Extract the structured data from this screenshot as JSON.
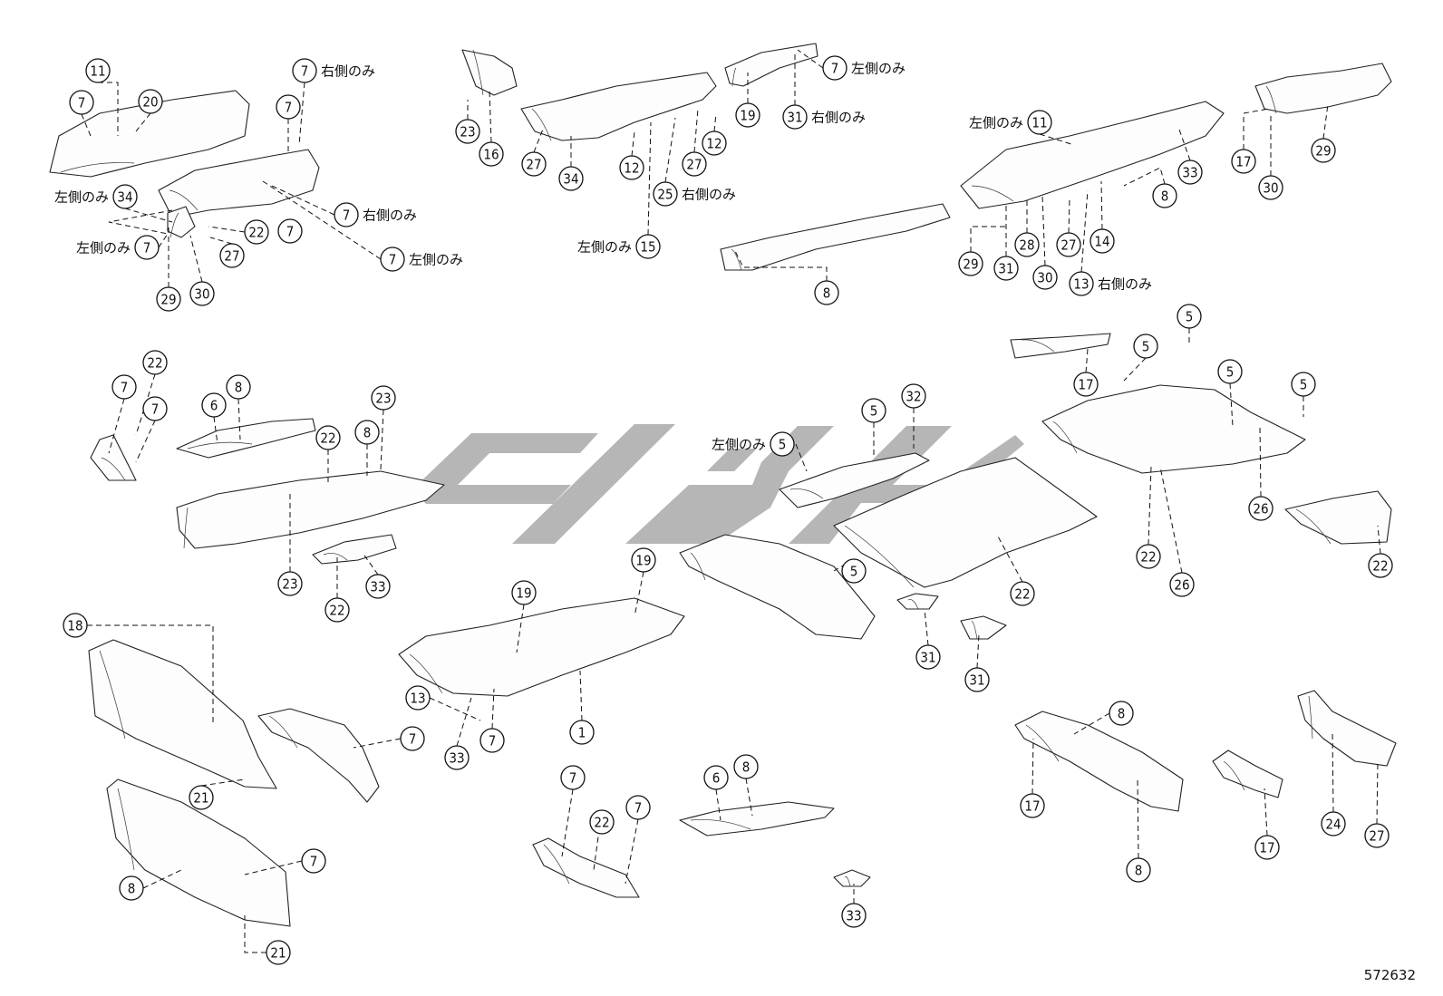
{
  "diagram": {
    "reference_number": "572632",
    "notes": {
      "right_only": "右側のみ",
      "left_only": "左側のみ"
    },
    "callouts": [
      {
        "n": "11"
      },
      {
        "n": "7"
      },
      {
        "n": "20"
      },
      {
        "n": "7",
        "note": "right_only"
      },
      {
        "n": "7"
      },
      {
        "n": "34",
        "note": "left_only"
      },
      {
        "n": "7",
        "note": "left_only"
      },
      {
        "n": "22"
      },
      {
        "n": "7"
      },
      {
        "n": "27"
      },
      {
        "n": "29"
      },
      {
        "n": "30"
      },
      {
        "n": "7",
        "note": "right_only"
      },
      {
        "n": "7",
        "note": "left_only"
      },
      {
        "n": "23"
      },
      {
        "n": "16"
      },
      {
        "n": "27"
      },
      {
        "n": "34"
      },
      {
        "n": "12"
      },
      {
        "n": "27"
      },
      {
        "n": "12"
      },
      {
        "n": "25",
        "note": "right_only"
      },
      {
        "n": "15",
        "note": "left_only"
      },
      {
        "n": "19"
      },
      {
        "n": "7",
        "note": "left_only"
      },
      {
        "n": "31",
        "note": "right_only"
      },
      {
        "n": "8"
      },
      {
        "n": "11",
        "note": "left_only"
      },
      {
        "n": "33"
      },
      {
        "n": "8"
      },
      {
        "n": "29"
      },
      {
        "n": "31"
      },
      {
        "n": "28"
      },
      {
        "n": "30"
      },
      {
        "n": "27"
      },
      {
        "n": "14"
      },
      {
        "n": "13",
        "note": "right_only"
      },
      {
        "n": "17"
      },
      {
        "n": "30"
      },
      {
        "n": "29"
      },
      {
        "n": "22"
      },
      {
        "n": "7"
      },
      {
        "n": "7"
      },
      {
        "n": "6"
      },
      {
        "n": "8"
      },
      {
        "n": "23"
      },
      {
        "n": "22"
      },
      {
        "n": "8"
      },
      {
        "n": "23"
      },
      {
        "n": "22"
      },
      {
        "n": "33"
      },
      {
        "n": "5",
        "note": "left_only"
      },
      {
        "n": "5"
      },
      {
        "n": "32"
      },
      {
        "n": "5"
      },
      {
        "n": "22"
      },
      {
        "n": "17"
      },
      {
        "n": "5"
      },
      {
        "n": "5"
      },
      {
        "n": "5"
      },
      {
        "n": "5"
      },
      {
        "n": "26"
      },
      {
        "n": "22"
      },
      {
        "n": "26"
      },
      {
        "n": "22"
      },
      {
        "n": "18"
      },
      {
        "n": "21"
      },
      {
        "n": "7"
      },
      {
        "n": "19"
      },
      {
        "n": "19"
      },
      {
        "n": "13"
      },
      {
        "n": "33"
      },
      {
        "n": "7"
      },
      {
        "n": "1"
      },
      {
        "n": "31"
      },
      {
        "n": "31"
      },
      {
        "n": "8"
      },
      {
        "n": "7"
      },
      {
        "n": "21"
      },
      {
        "n": "7"
      },
      {
        "n": "22"
      },
      {
        "n": "7"
      },
      {
        "n": "6"
      },
      {
        "n": "8"
      },
      {
        "n": "33"
      },
      {
        "n": "8"
      },
      {
        "n": "17"
      },
      {
        "n": "8"
      },
      {
        "n": "17"
      },
      {
        "n": "24"
      },
      {
        "n": "27"
      }
    ]
  }
}
